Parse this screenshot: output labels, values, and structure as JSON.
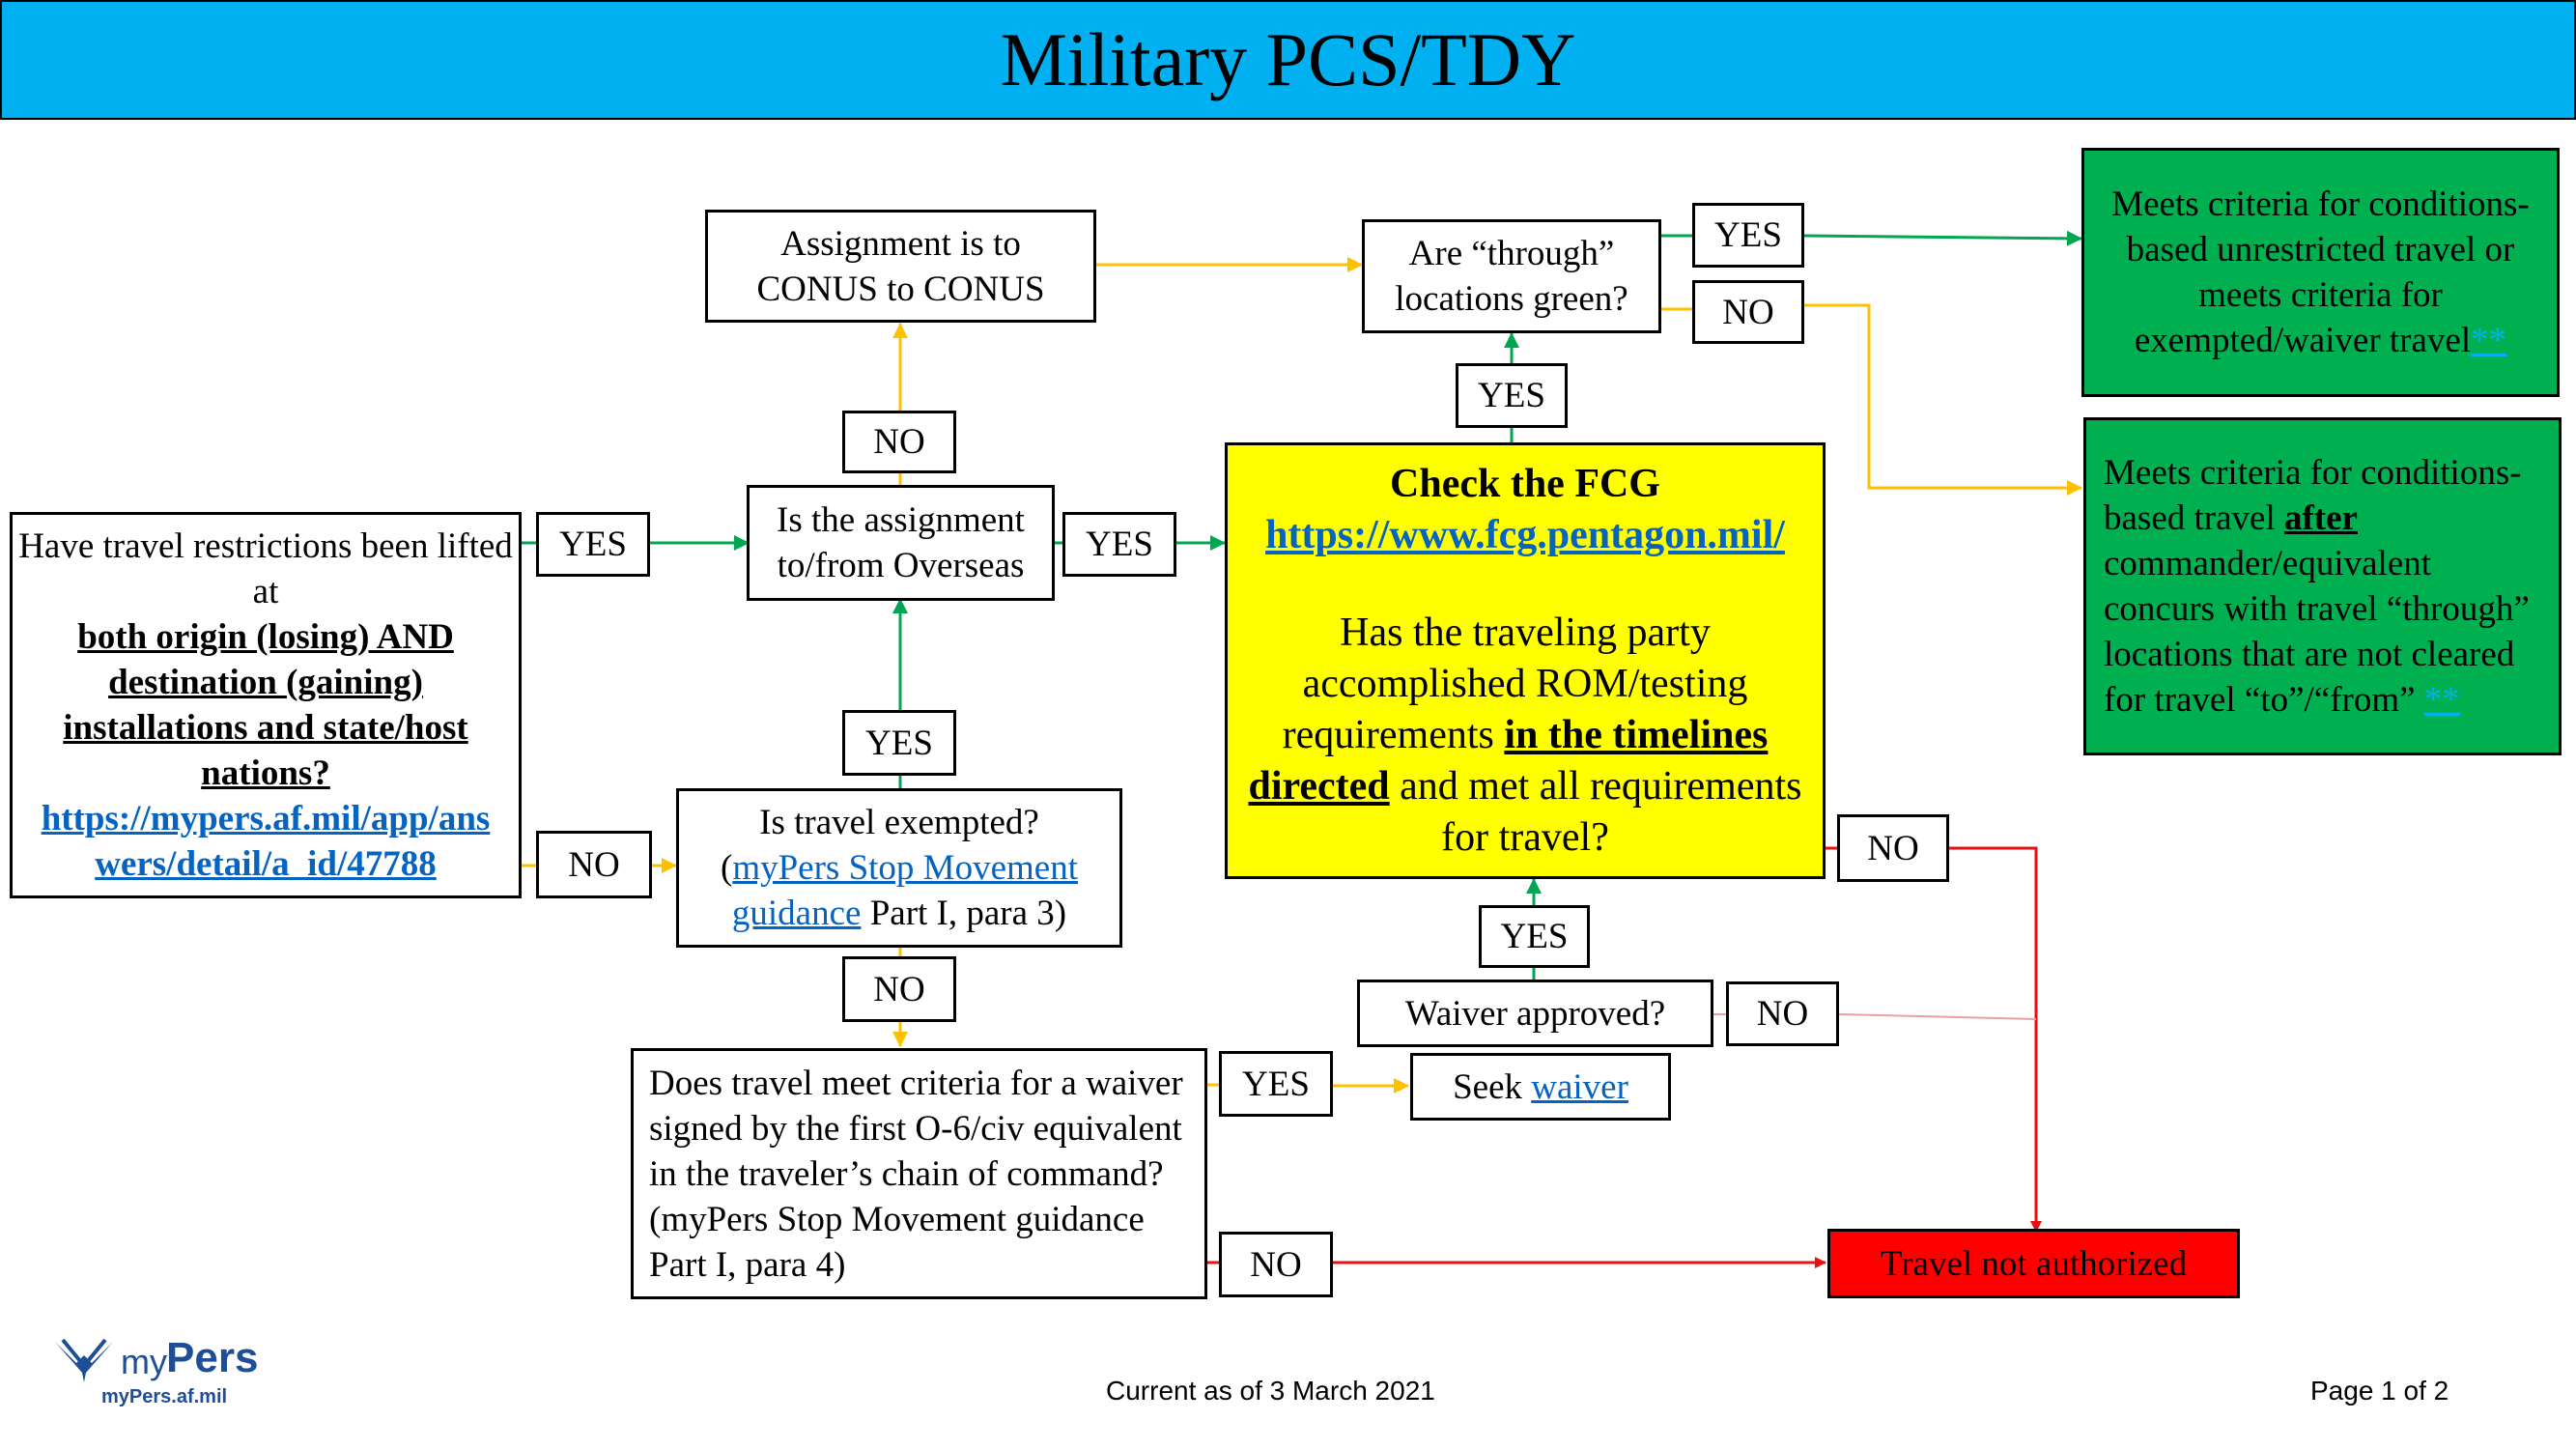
{
  "title": "Military PCS/TDY",
  "q_restrictions": {
    "line1": "Have travel restrictions been lifted at",
    "bold": "both origin (losing) AND destination (gaining) installations and state/host nations?",
    "link": "https://mypers.af.mil/app/answers/detail/a_id/47788"
  },
  "q_overseas": "Is the assignment to/from Overseas",
  "conus": "Assignment is to CONUS to CONUS",
  "q_through": "Are “through” locations green?",
  "q_exempted": {
    "line1": "Is travel exempted?",
    "link": "myPers Stop Movement guidance",
    "tail": "Part I, para 3)"
  },
  "q_waiver": "Does travel meet criteria for a waiver signed by the first O-6/civ equivalent in the traveler’s chain of command? (myPers Stop Movement guidance Part I, para 4)",
  "fcg": {
    "heading": "Check the FCG",
    "link": "https://www.fcg.pentagon.mil/",
    "q1": "Has the traveling party accomplished ROM/testing requirements",
    "q_bold": "in the timelines directed",
    "q2": "and met all requirements for travel?"
  },
  "waiver_approved": "Waiver approved?",
  "seek_waiver": {
    "text": "Seek",
    "link": "waiver"
  },
  "outcome_unrestricted": {
    "text": "Meets criteria for conditions-based unrestricted travel or meets criteria for exempted/waiver travel",
    "star": "**"
  },
  "outcome_after": {
    "t1": "Meets criteria for conditions-based travel",
    "bold": "after",
    "t2": "commander/equivalent concurs with travel “through” locations that are not cleared for travel “to”/“from”",
    "star": "**"
  },
  "not_authorized": "Travel not authorized",
  "labels": {
    "yes": "YES",
    "no": "NO"
  },
  "footer": {
    "logo_my": "my",
    "logo_pers": "Pers",
    "logo_url": "myPers.af.mil",
    "current": "Current as of 3 March 2021",
    "page": "Page 1 of 2"
  },
  "colors": {
    "header": "#00b0f0",
    "green": "#00b050",
    "yellow_fill": "#ffff00",
    "red": "#ff0000",
    "arrow_green": "#00a651",
    "arrow_yellow": "#ffc000",
    "arrow_red": "#e81010"
  }
}
